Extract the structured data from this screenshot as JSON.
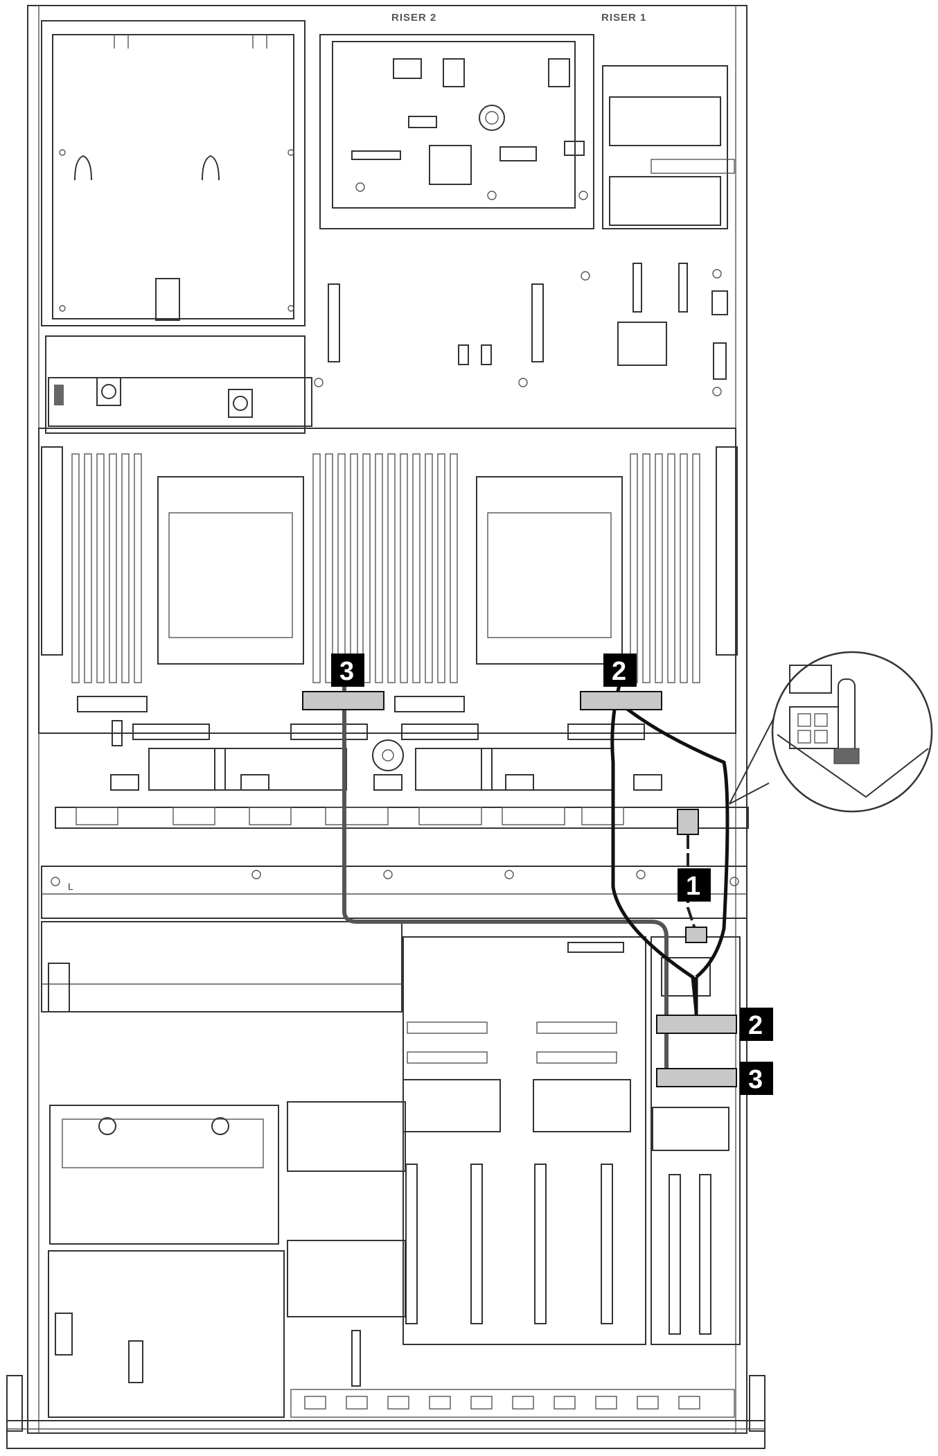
{
  "diagram": {
    "riser_labels": [
      "RISER 2",
      "RISER 1"
    ],
    "callouts": [
      {
        "id": "callout-1",
        "label": "1"
      },
      {
        "id": "callout-2-top",
        "label": "2"
      },
      {
        "id": "callout-3-top",
        "label": "3"
      },
      {
        "id": "callout-2-right",
        "label": "2"
      },
      {
        "id": "callout-3-right",
        "label": "3"
      }
    ],
    "chassis_mark": "L",
    "colors": {
      "line": "#333333",
      "cable_black": "#111111",
      "cable_gray": "#777777",
      "connector_fill": "#c8c8c8",
      "callout_bg": "#000000",
      "callout_text": "#ffffff"
    }
  }
}
